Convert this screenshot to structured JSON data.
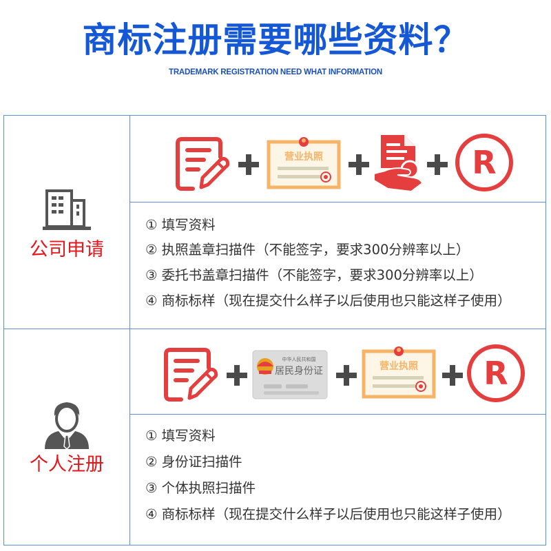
{
  "header": {
    "title": "商标注册需要哪些资料？",
    "subtitle": "TRADEMARK REGISTRATION NEED WHAT INFORMATION"
  },
  "colors": {
    "title_blue": "#1558d6",
    "border_blue": "#5b8fd6",
    "label_red": "#e8151b",
    "icon_red": "#e53e3e",
    "icon_gray": "#4a4a4a",
    "license_orange": "#f6b468"
  },
  "sections": [
    {
      "label": "公司申请",
      "icon": "building-icon",
      "required_icons": [
        "form-edit-icon",
        "business-license-icon",
        "authorization-document-icon",
        "registered-trademark-icon"
      ],
      "license_card_text": "营业执照",
      "items": [
        "① 填写资料",
        "② 执照盖章扫描件（不能签字，要求300分辨率以上）",
        "③ 委托书盖章扫描件（不能签字，要求300分辨率以上）",
        "④ 商标标样（现在提交什么样子以后使用也只能这样子使用）"
      ]
    },
    {
      "label": "个人注册",
      "icon": "person-icon",
      "required_icons": [
        "form-edit-icon",
        "id-card-icon",
        "business-license-icon",
        "registered-trademark-icon"
      ],
      "id_card_header": "中华人民共和国",
      "id_card_title": "居民身份证",
      "license_card_text": "营业执照",
      "items": [
        "① 填写资料",
        "② 身份证扫描件",
        "③ 个体执照扫描件",
        "④ 商标标样（现在提交什么样子以后使用也只能这样子使用）"
      ]
    }
  ],
  "symbols": {
    "registered": "R"
  }
}
